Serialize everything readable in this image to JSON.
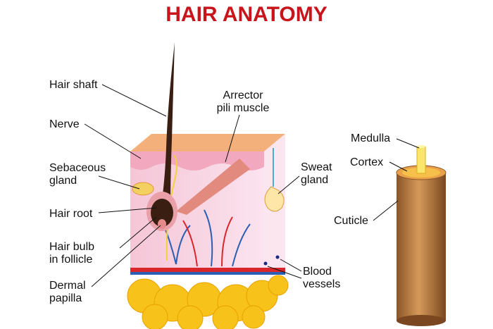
{
  "title": "HAIR ANATOMY",
  "labels": {
    "hair_shaft": "Hair shaft",
    "nerve": "Nerve",
    "sebaceous_1": "Sebaceous",
    "sebaceous_2": "gland",
    "hair_root": "Hair root",
    "hair_bulb_1": "Hair bulb",
    "hair_bulb_2": "in follicle",
    "dermal_1": "Dermal",
    "dermal_2": "papilla",
    "arrector_1": "Arrector",
    "arrector_2": "pili muscle",
    "sweat_1": "Sweat",
    "sweat_2": "gland",
    "blood_1": "Blood",
    "blood_2": "vessels",
    "medulla": "Medulla",
    "cortex": "Cortex",
    "cuticle": "Cuticle"
  },
  "colors": {
    "title": "#c8151b",
    "hair": "#3a1e12",
    "skin": "#f6c8d6",
    "fat": "#f7c21a",
    "cuticle": "#c98a4b"
  }
}
